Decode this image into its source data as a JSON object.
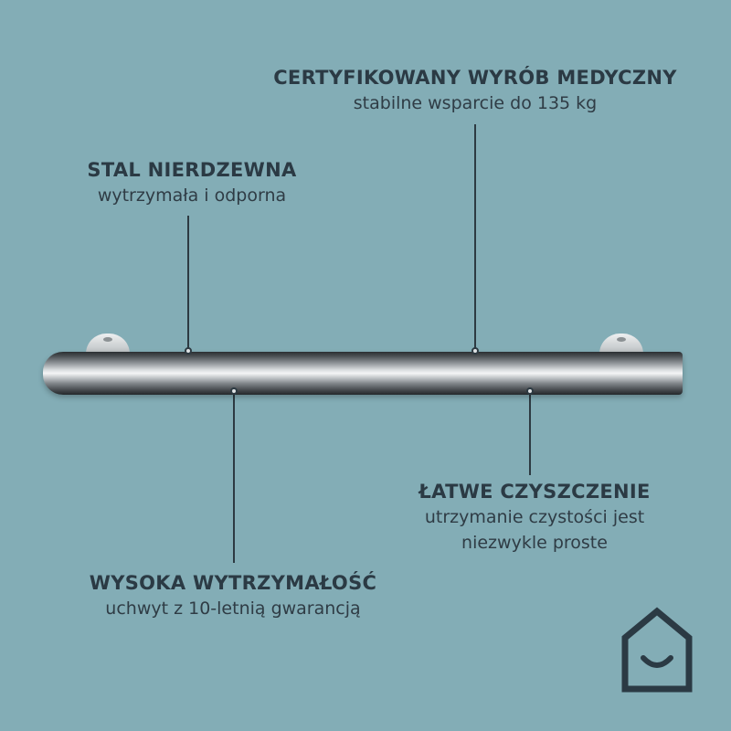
{
  "callouts": {
    "medical": {
      "title": "CERTYFIKOWANY WYRÓB MEDYCZNY",
      "desc": "stabilne wsparcie do 135 kg"
    },
    "steel": {
      "title": "STAL NIERDZEWNA",
      "desc": "wytrzymała i odporna"
    },
    "clean": {
      "title": "ŁATWE CZYSZCZENIE",
      "desc_line1": "utrzymanie czystości jest",
      "desc_line2": "niezwykle proste"
    },
    "strength": {
      "title": "WYSOKA WYTRZYMAŁOŚĆ",
      "desc": "uchwyt z 10-letnią gwarancją"
    }
  },
  "colors": {
    "background": "#83adb6",
    "text": "#2b3a44"
  },
  "icons": {
    "logo": "house-smile-icon"
  }
}
